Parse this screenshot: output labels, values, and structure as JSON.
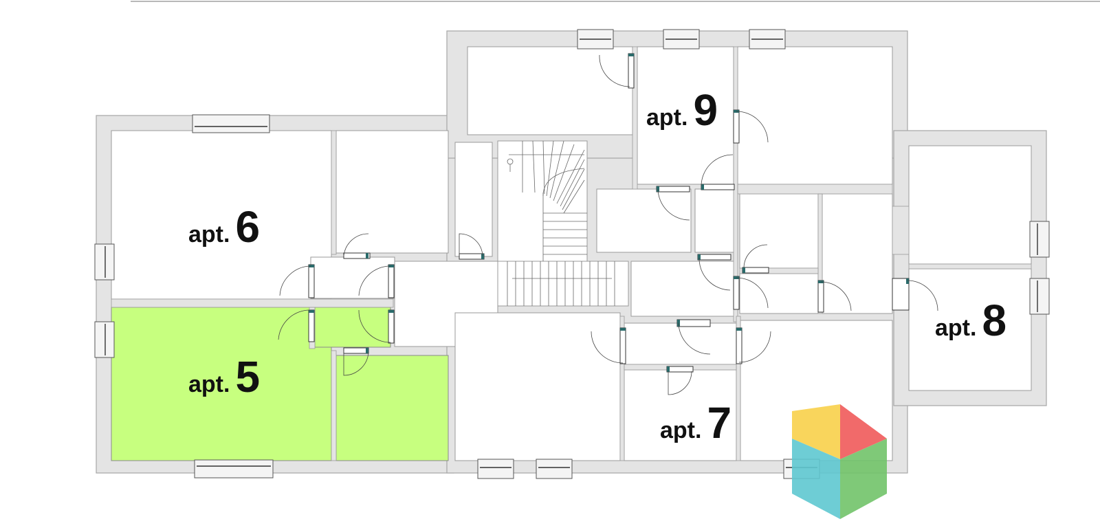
{
  "apartments": [
    {
      "prefix": "apt.",
      "number": "9"
    },
    {
      "prefix": "apt.",
      "number": "6"
    },
    {
      "prefix": "apt.",
      "number": "8"
    },
    {
      "prefix": "apt.",
      "number": "5",
      "highlighted": true
    },
    {
      "prefix": "apt.",
      "number": "7"
    }
  ],
  "colors": {
    "highlight": "#c7ff7f",
    "wall": "#e4e4e4",
    "label": "#111111",
    "logo": {
      "top_left": "#f9d14b",
      "top_right": "#f05a5a",
      "bottom_left": "#5fc8d1",
      "bottom_right": "#72c46a"
    }
  },
  "icons": {
    "logo": "cube-logo-icon",
    "stairs": "spiral-staircase"
  }
}
